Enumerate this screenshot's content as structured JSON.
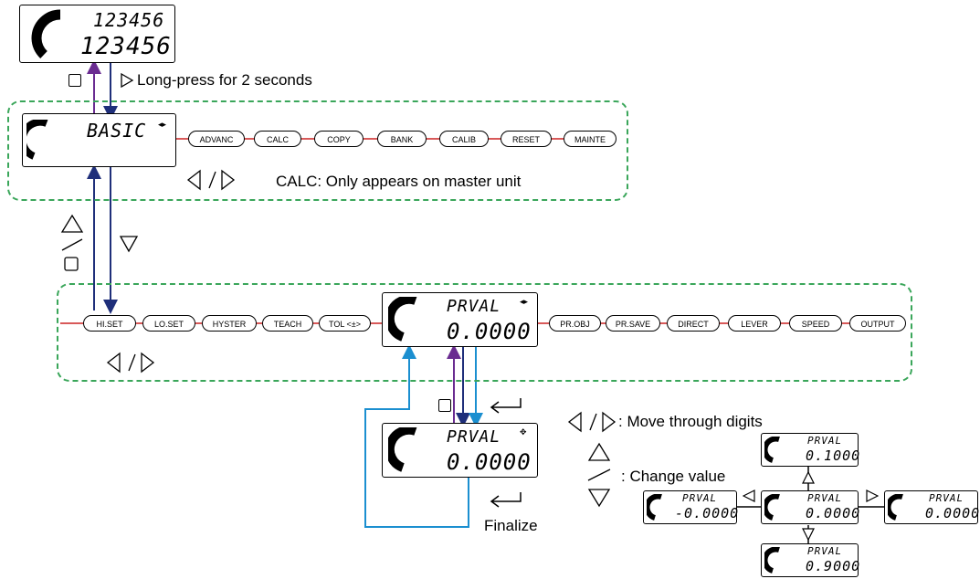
{
  "top_display": {
    "line1": "123456",
    "line2": "123456"
  },
  "long_press_text": "Long-press for 2 seconds",
  "basic_display": {
    "label": "BASIC"
  },
  "menu_items": [
    "ADVANC",
    "CALC",
    "COPY",
    "BANK",
    "CALIB",
    "RESET",
    "MAINTE"
  ],
  "calc_note": "CALC: Only appears on master unit",
  "setting_items_left": [
    "HI.SET",
    "LO.SET",
    "HYSTER",
    "TEACH",
    "TOL <±>"
  ],
  "setting_items_right": [
    "PR.OBJ",
    "PR.SAVE",
    "DIRECT",
    "LEVER",
    "SPEED",
    "OUTPUT"
  ],
  "prval_display": {
    "label": "PRVAL",
    "value": "0.0000"
  },
  "edit_display": {
    "label": "PRVAL",
    "value": "0.0000"
  },
  "finalize_text": "Finalize",
  "move_digits_text": ": Move through digits",
  "change_value_text": ": Change value",
  "mini_displays": {
    "top": {
      "label": "PRVAL",
      "value": "0.1000"
    },
    "left": {
      "label": "PRVAL",
      "value": "-0.0000"
    },
    "center": {
      "label": "PRVAL",
      "value": "0.0000"
    },
    "right": {
      "label": "PRVAL",
      "value": "0.0000"
    },
    "bottom": {
      "label": "PRVAL",
      "value": "0.9000"
    }
  },
  "colors": {
    "purple": "#6a2c91",
    "navy": "#1f2f7a",
    "cyan": "#1b8fd0",
    "green": "#3aa65a",
    "red": "#cc2222"
  }
}
